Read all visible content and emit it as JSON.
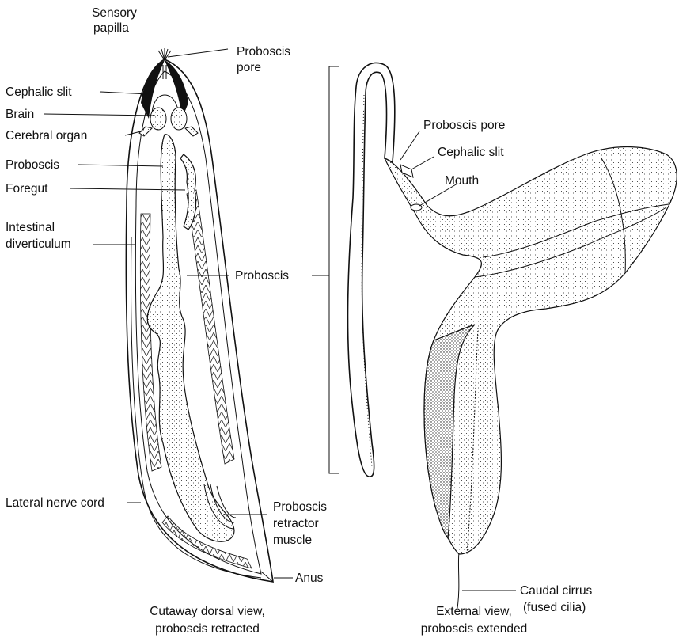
{
  "left_figure": {
    "labels": {
      "sensory_papilla_1": "Sensory",
      "sensory_papilla_2": "papilla",
      "proboscis_pore_1": "Proboscis",
      "proboscis_pore_2": "pore",
      "cephalic_slit": "Cephalic slit",
      "brain": "Brain",
      "cerebral_organ": "Cerebral organ",
      "proboscis_top": "Proboscis",
      "foregut": "Foregut",
      "intestinal_div_1": "Intestinal",
      "intestinal_div_2": "diverticulum",
      "proboscis_mid": "Proboscis",
      "lateral_nerve_cord": "Lateral nerve cord",
      "retractor_1": "Proboscis",
      "retractor_2": "retractor",
      "retractor_3": "muscle",
      "anus": "Anus"
    },
    "caption_1": "Cutaway dorsal view,",
    "caption_2": "proboscis retracted"
  },
  "right_figure": {
    "labels": {
      "proboscis_pore": "Proboscis pore",
      "cephalic_slit": "Cephalic slit",
      "mouth": "Mouth",
      "caudal_cirrus_1": "Caudal cirrus",
      "caudal_cirrus_2": "(fused cilia)"
    },
    "caption_1": "External view,",
    "caption_2": "proboscis extended"
  }
}
